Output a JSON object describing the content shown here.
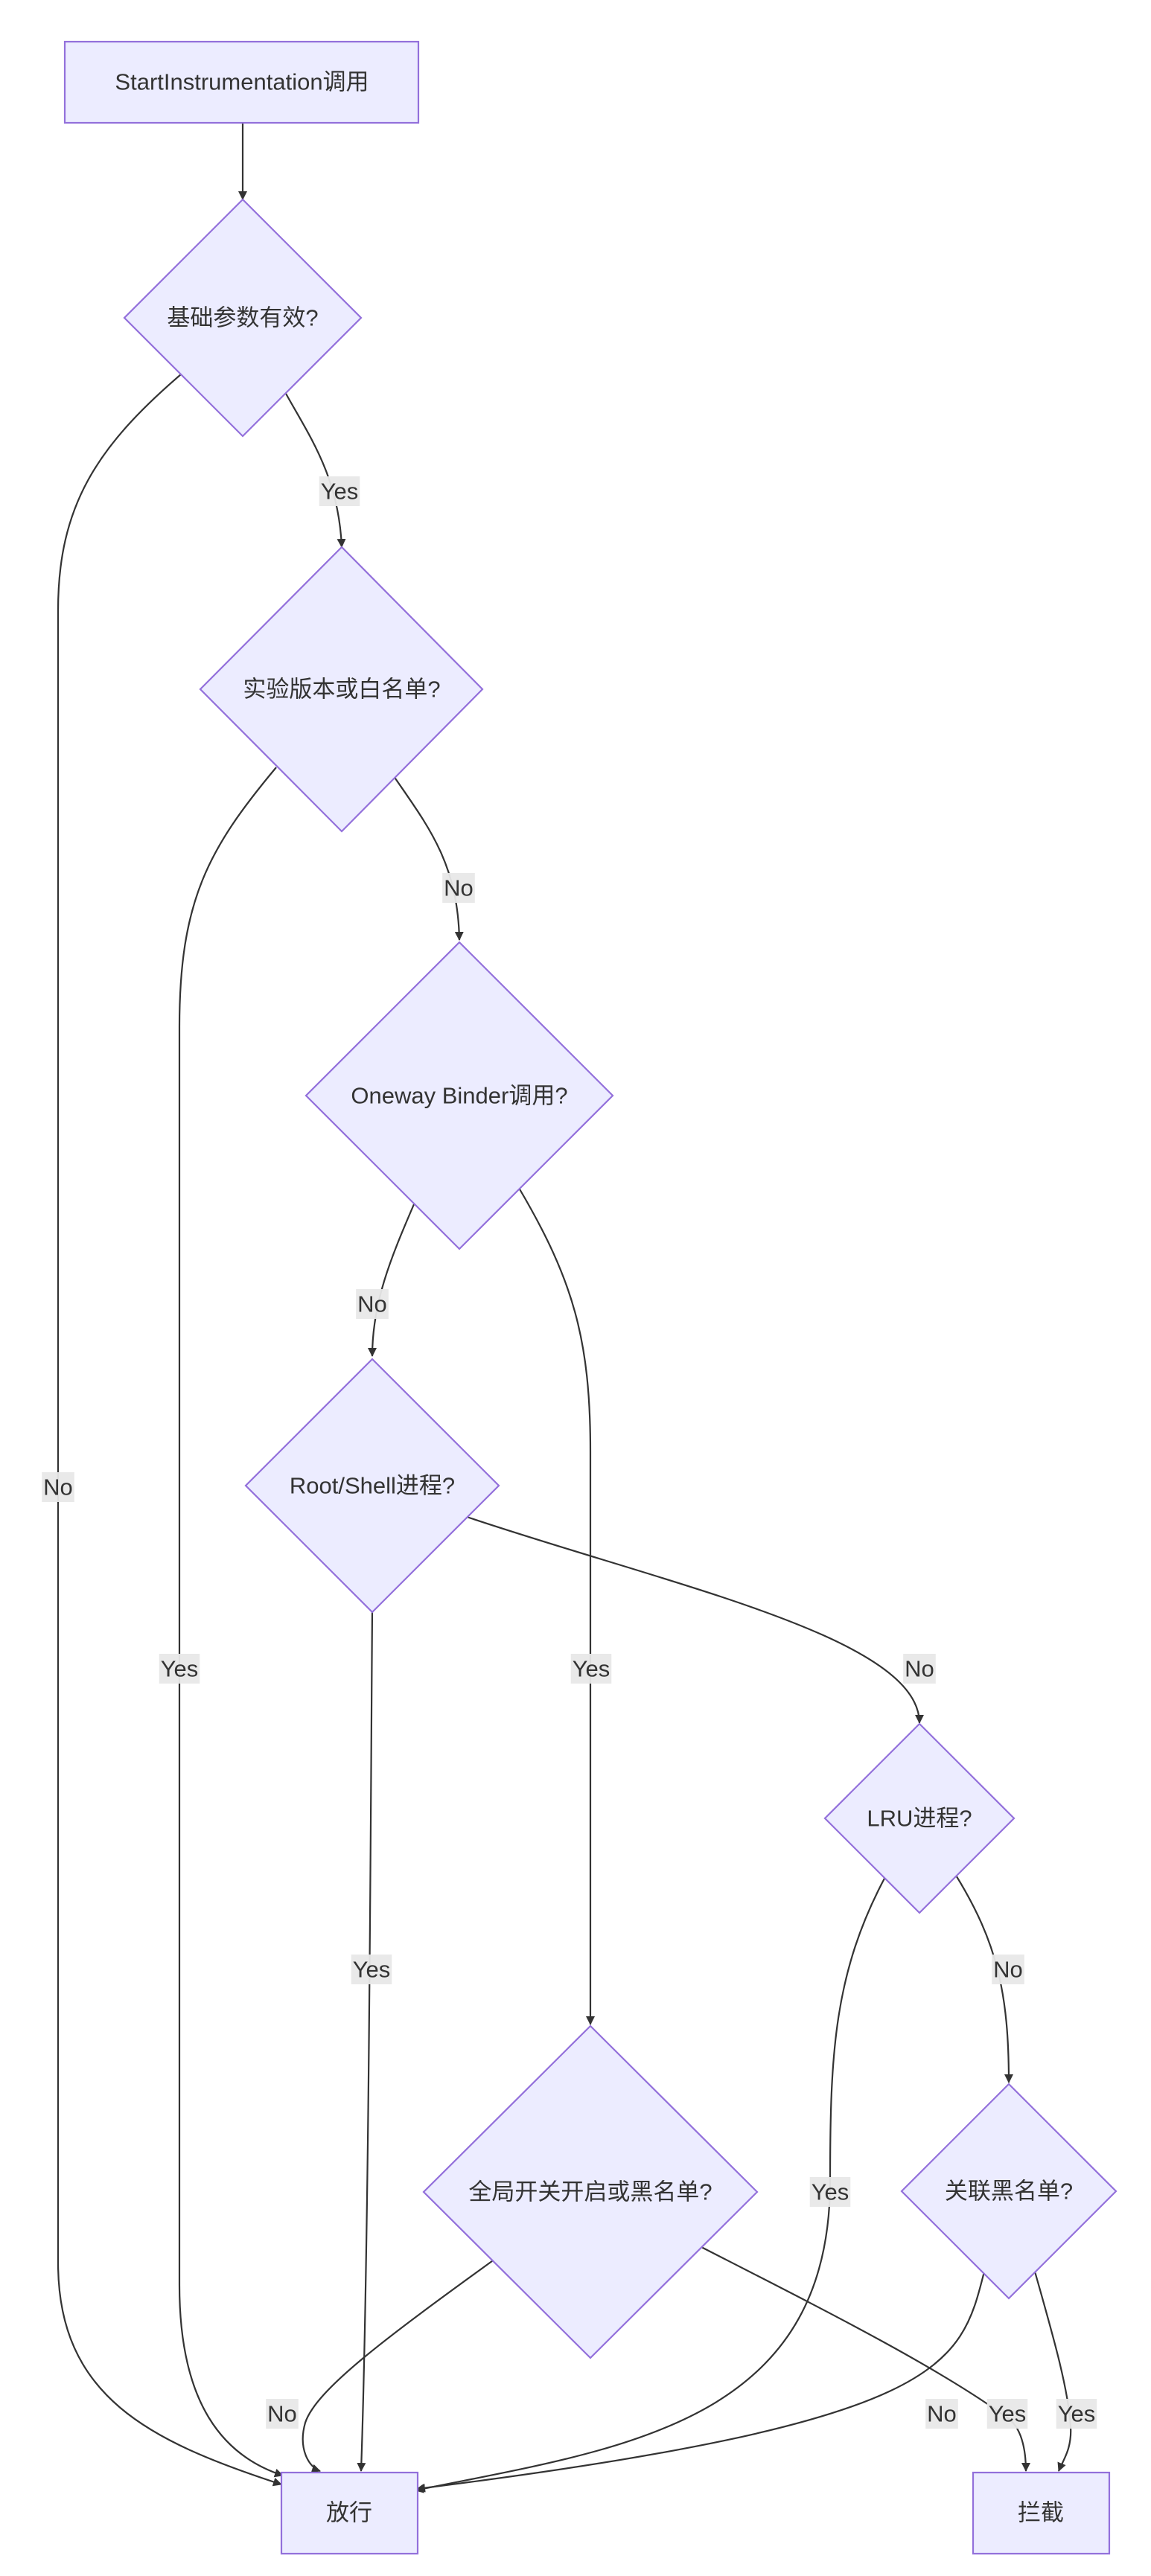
{
  "nodes": {
    "start": "StartInstrumentation调用",
    "basic_params": "基础参数有效?",
    "experiment": "实验版本或白名单?",
    "oneway": "Oneway Binder调用?",
    "root_shell": "Root/Shell进程?",
    "global_switch": "全局开关开启或黑名单?",
    "lru": "LRU进程?",
    "assoc_blacklist": "关联黑名单?",
    "allow": "放行",
    "block": "拦截"
  },
  "edge_labels": {
    "basic_yes": "Yes",
    "basic_no": "No",
    "experiment_yes": "Yes",
    "experiment_no": "No",
    "oneway_yes": "Yes",
    "oneway_no": "No",
    "root_yes": "Yes",
    "root_no": "No",
    "global_no": "No",
    "global_yes": "Yes",
    "lru_yes": "Yes",
    "lru_no": "No",
    "assoc_no": "No",
    "assoc_yes": "Yes"
  },
  "colors": {
    "node_fill": "#ECECFF",
    "node_stroke": "#9370DB",
    "edge": "#333333",
    "label_bg": "#E8E8E8",
    "text": "#333333"
  }
}
